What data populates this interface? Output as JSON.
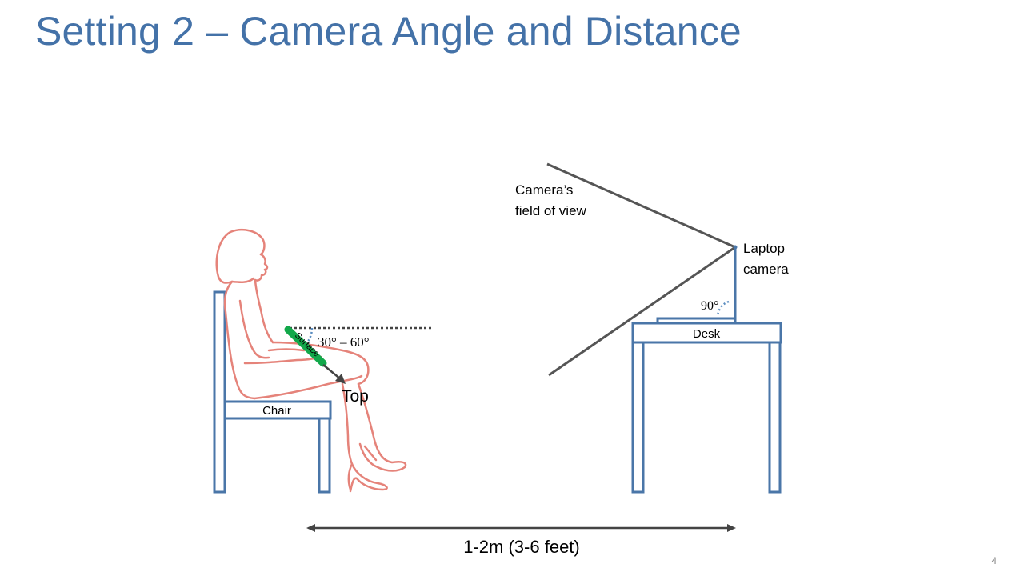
{
  "slide": {
    "title": "Setting 2 – Camera Angle and Distance",
    "page_number": "4"
  },
  "labels": {
    "camera_fov": [
      "Camera’s",
      "field of view"
    ],
    "laptop_camera": [
      "Laptop",
      "camera"
    ],
    "laptop_angle": "90°",
    "desk": "Desk",
    "chair": "Chair",
    "device_surface": "Surface",
    "device_tilt": "30° – 60°",
    "device_top": "Top",
    "distance": "1-2m (3-6 feet)"
  },
  "colors": {
    "title": "#4472A8",
    "furniture": "#4A76A8",
    "person": "#E5837A",
    "device": "#12A84A",
    "lines": "#555555",
    "dotted_guide": "#444444",
    "angle_dots": "#5B8DC0"
  }
}
